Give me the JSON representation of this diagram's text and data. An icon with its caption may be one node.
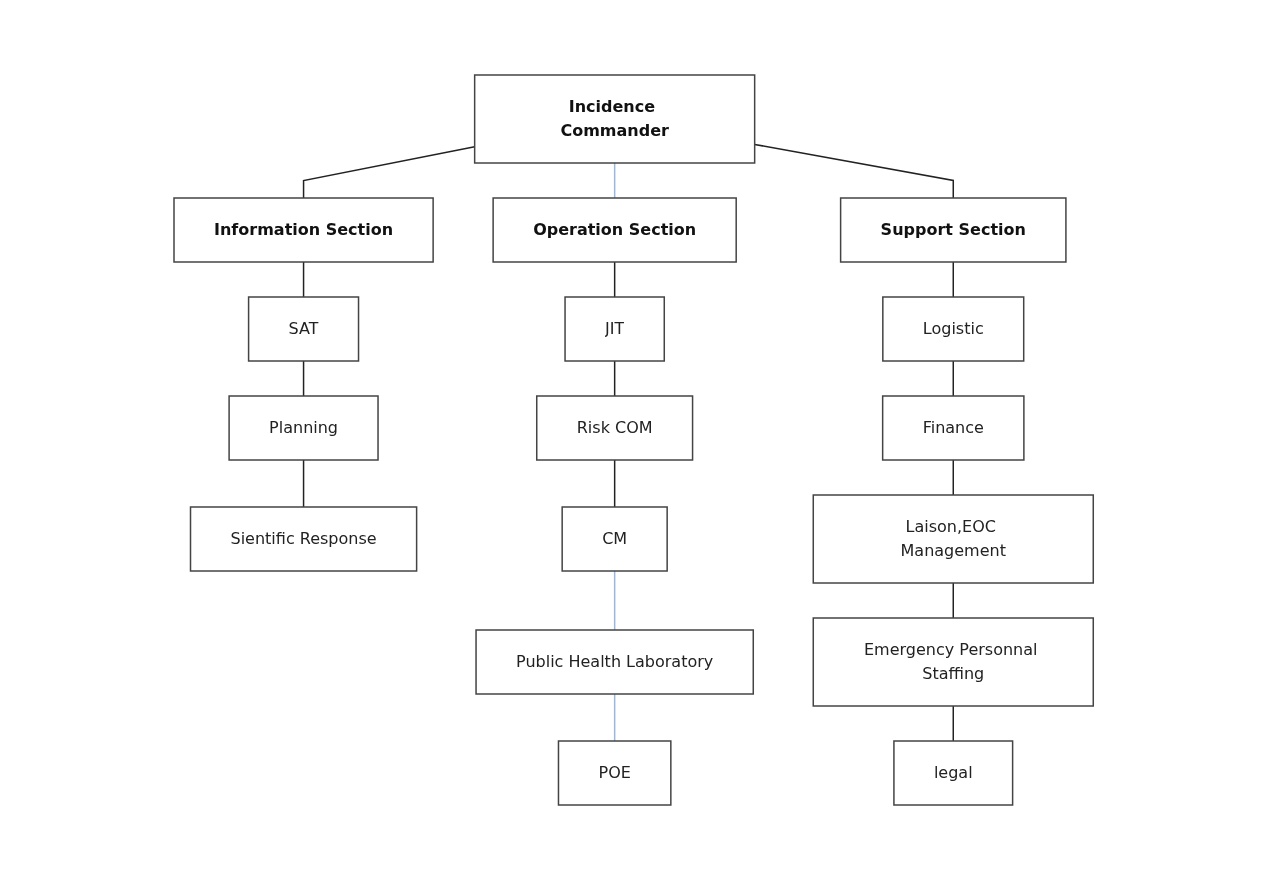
{
  "diagram": {
    "nodes": [
      {
        "text": [
          "Incidence Commander"
        ]
      },
      {
        "text": [
          "Information Section"
        ]
      },
      {
        "text": [
          "Operation Section"
        ]
      },
      {
        "text": [
          "Support Section"
        ]
      },
      {
        "text": [
          "SAT"
        ]
      },
      {
        "text": [
          "Planning"
        ]
      },
      {
        "text": [
          "Sientific Response"
        ]
      },
      {
        "text": [
          "JIT"
        ]
      },
      {
        "text": [
          "Risk COM"
        ]
      },
      {
        "text": [
          "CM"
        ]
      },
      {
        "text": [
          "Public Health Laboratory"
        ]
      },
      {
        "text": [
          "POE"
        ]
      },
      {
        "text": [
          "Logistic"
        ]
      },
      {
        "text": [
          "Finance"
        ]
      },
      {
        "text": [
          "Laison,EOC Management"
        ]
      },
      {
        "text": [
          "Emergency Personnal Staffing"
        ]
      },
      {
        "text": [
          "legal"
        ]
      }
    ],
    "edges": [
      {
        "from": 0,
        "to": 1,
        "arrow": "none"
      },
      {
        "from": 0,
        "to": 2,
        "arrow": "none",
        "color": "#9bb7d9"
      },
      {
        "from": 0,
        "to": 3,
        "arrow": "none"
      },
      {
        "from": 1,
        "to": 4,
        "arrow": "none"
      },
      {
        "from": 4,
        "to": 5,
        "arrow": "none"
      },
      {
        "from": 5,
        "to": 6,
        "arrow": "none"
      },
      {
        "from": 2,
        "to": 7,
        "arrow": "none"
      },
      {
        "from": 7,
        "to": 8,
        "arrow": "none"
      },
      {
        "from": 8,
        "to": 9,
        "arrow": "none"
      },
      {
        "from": 9,
        "to": 10,
        "arrow": "none",
        "color": "#9bb7d9"
      },
      {
        "from": 10,
        "to": 11,
        "arrow": "none",
        "color": "#9bb7d9"
      },
      {
        "from": 3,
        "to": 12,
        "arrow": "none"
      },
      {
        "from": 12,
        "to": 13,
        "arrow": "none"
      },
      {
        "from": 13,
        "to": 14,
        "arrow": "none"
      },
      {
        "from": 14,
        "to": 15,
        "arrow": "none"
      },
      {
        "from": 15,
        "to": 16,
        "arrow": "none"
      }
    ]
  }
}
